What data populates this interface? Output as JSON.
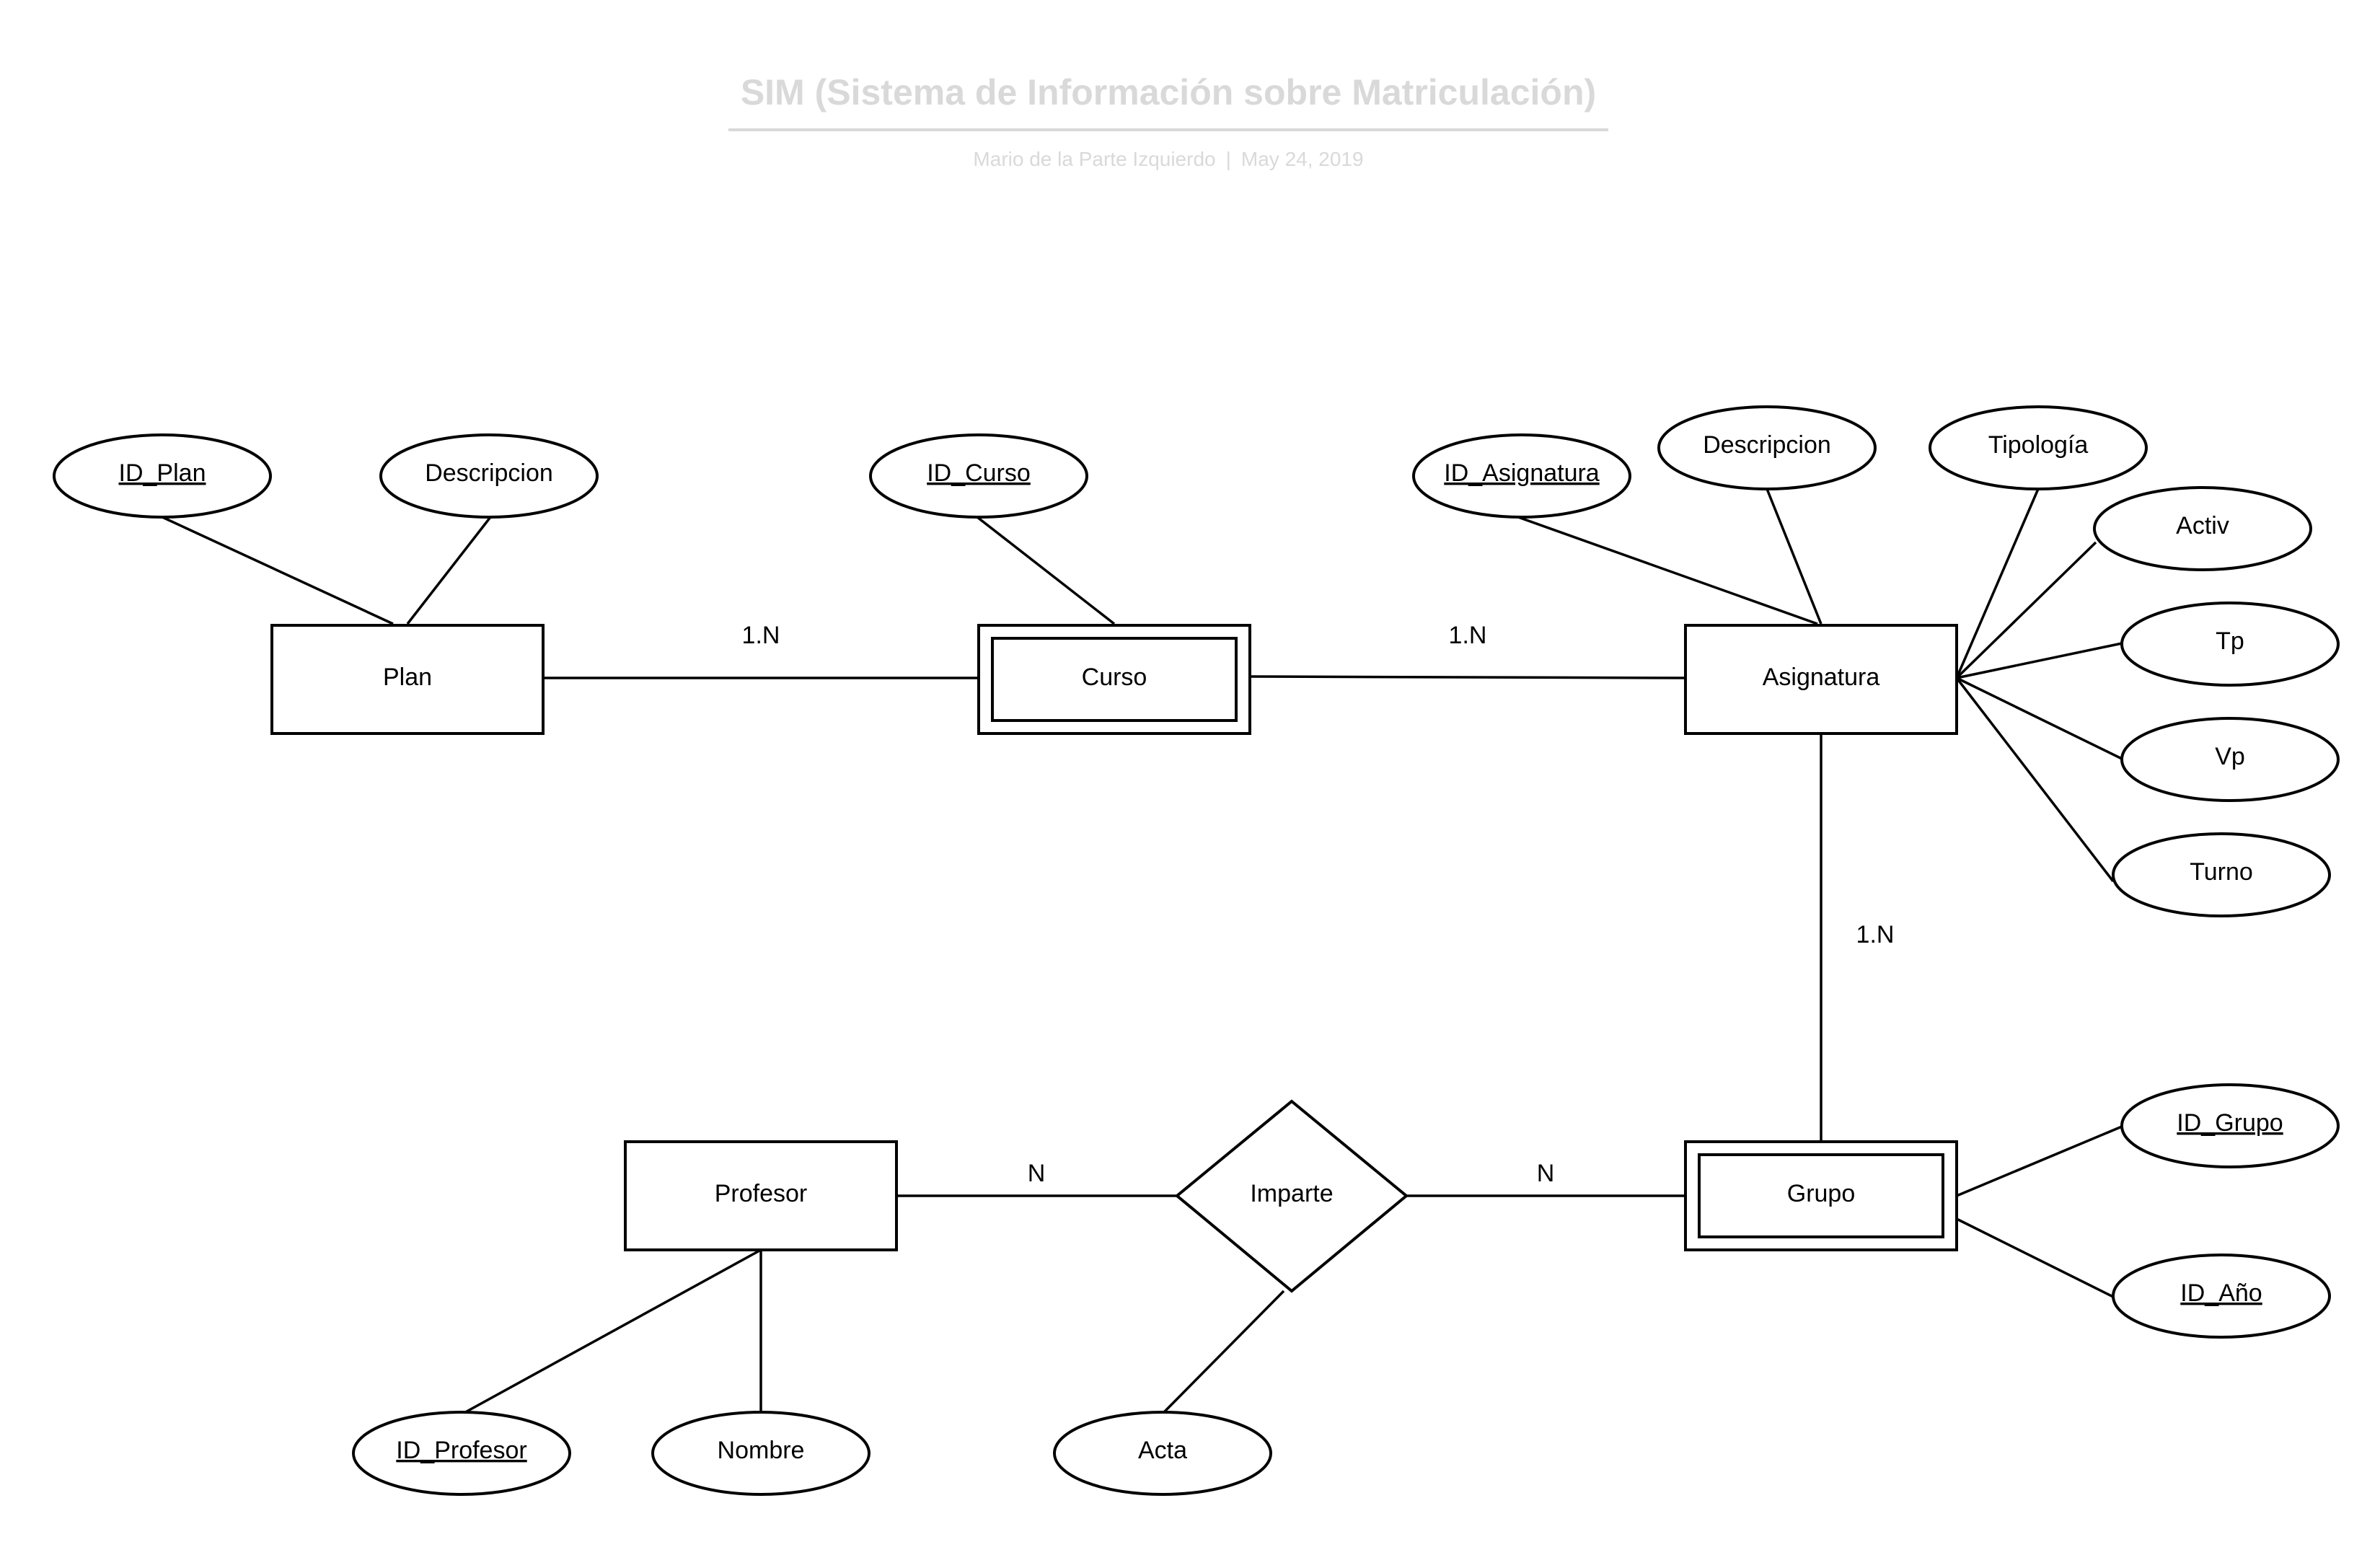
{
  "header": {
    "title": "SIM (Sistema de Información sobre Matriculación)",
    "author": "Mario de la Parte Izquierdo",
    "separator": "|",
    "date": "May 24, 2019",
    "color": "#d9d9d9"
  },
  "entities": {
    "plan": "Plan",
    "curso": "Curso",
    "asignatura": "Asignatura",
    "grupo": "Grupo",
    "profesor": "Profesor"
  },
  "relationships": {
    "imparte": "Imparte"
  },
  "attributes": {
    "id_plan": "ID_Plan",
    "plan_descripcion": "Descripcion",
    "id_curso": "ID_Curso",
    "id_asignatura": "ID_Asignatura",
    "asig_descripcion": "Descripcion",
    "tipologia": "Tipología",
    "activ": "Activ",
    "tp": "Tp",
    "vp": "Vp",
    "turno": "Turno",
    "id_grupo": "ID_Grupo",
    "id_anio": "ID_Año",
    "id_profesor": "ID_Profesor",
    "nombre": "Nombre",
    "acta": "Acta"
  },
  "cardinalities": {
    "plan_curso": "1.N",
    "curso_asignatura": "1.N",
    "asignatura_grupo": "1.N",
    "profesor_imparte": "N",
    "imparte_grupo": "N"
  }
}
